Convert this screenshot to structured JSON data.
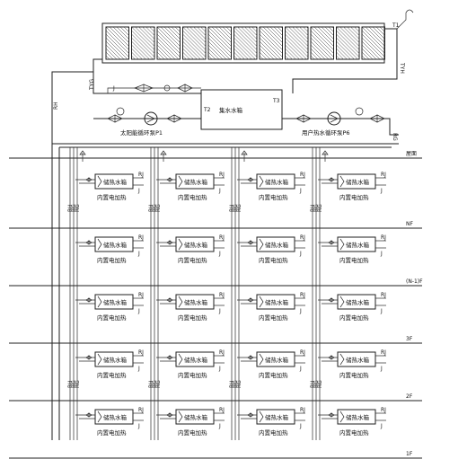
{
  "collector": {
    "panel_count": 11,
    "tag_t1": "T1",
    "tag_tyh": "TYH"
  },
  "tank": {
    "label": "集水水箱",
    "tag_t2": "T2",
    "tag_t3": "T3",
    "tag_tyg": "TYG",
    "tag_j": "J"
  },
  "pumps": {
    "solar_label": "太阳能循环泵P1",
    "user_label": "用户热水循环泵P6"
  },
  "risers": {
    "left_tag": "RH",
    "rg_tag": "RG",
    "rh_right_tag": "RH"
  },
  "floors": [
    {
      "id": "roof",
      "label": "屋面"
    },
    {
      "id": "nf",
      "label": "NF"
    },
    {
      "id": "n1f",
      "label": "(N-1)F"
    },
    {
      "id": "3f",
      "label": "3F"
    },
    {
      "id": "2f",
      "label": "2F"
    },
    {
      "id": "1f",
      "label": "1F"
    }
  ],
  "unit": {
    "tank_label": "储热水箱",
    "heater_label": "内置电加热",
    "rj": "RJ",
    "j": "J",
    "riser_tags": [
      "RH",
      "RG",
      "RG"
    ]
  },
  "colors": {
    "line": "#1f1f1f",
    "panel_hatch": "#333333"
  }
}
